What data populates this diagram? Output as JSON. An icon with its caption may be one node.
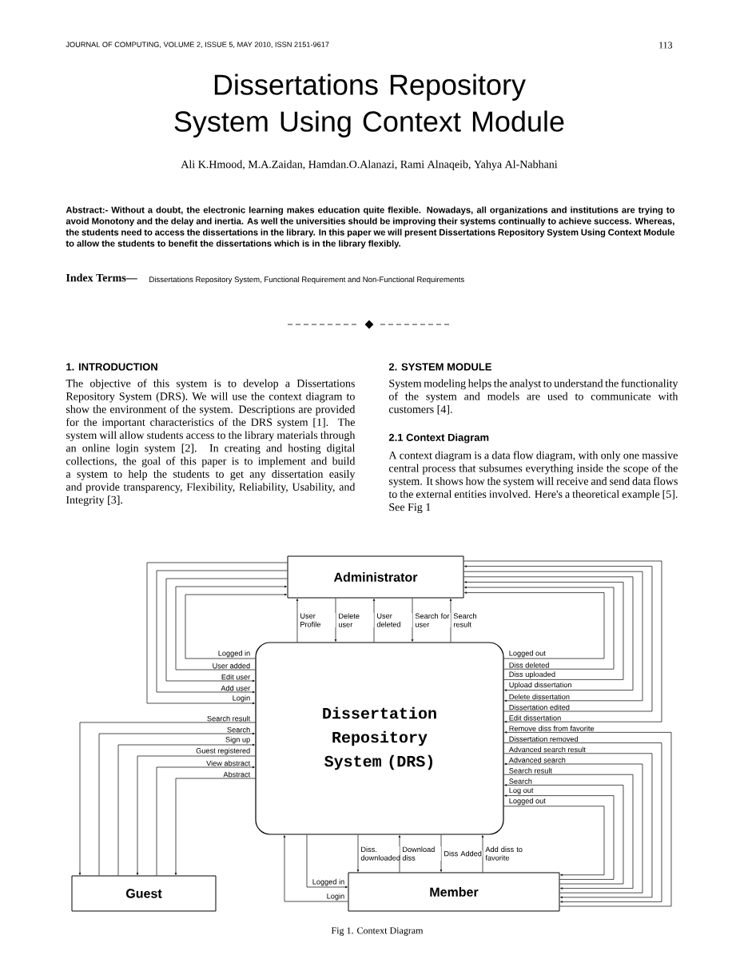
{
  "diagram": {
    "title": "Dissertations Repository System Using Context Module",
    "caption": "Fig 1. Context Diagram",
    "nodes": [
      {
        "text": [
          "Administrator"
        ]
      },
      {
        "text": [
          "Dissertation Repository System (DRS)"
        ]
      },
      {
        "text": [
          "Guest"
        ]
      },
      {
        "text": [
          "Member"
        ]
      }
    ],
    "edges": [
      {
        "from": 0,
        "to": 1,
        "arrow": "to",
        "label": "Login"
      },
      {
        "from": 0,
        "to": 1,
        "arrow": "to",
        "label": "Add user"
      },
      {
        "from": 0,
        "to": 1,
        "arrow": "to",
        "label": "Edit user"
      },
      {
        "from": 1,
        "to": 0,
        "arrow": "to",
        "label": "User added"
      },
      {
        "from": 1,
        "to": 0,
        "arrow": "to",
        "label": "Logged in"
      },
      {
        "from": 1,
        "to": 2,
        "arrow": "to",
        "label": "Search result"
      },
      {
        "from": 2,
        "to": 1,
        "arrow": "to",
        "label": "Search"
      },
      {
        "from": 2,
        "to": 1,
        "arrow": "to",
        "label": "Sign up"
      },
      {
        "from": 1,
        "to": 2,
        "arrow": "to",
        "label": "Guest registered"
      },
      {
        "from": 2,
        "to": 1,
        "arrow": "to",
        "label": "View abstract"
      },
      {
        "from": 1,
        "to": 2,
        "arrow": "to",
        "label": "Abstract"
      },
      {
        "from": 1,
        "to": 0,
        "arrow": "to",
        "label": "User Profile"
      },
      {
        "from": 0,
        "to": 1,
        "arrow": "to",
        "label": "Delete user"
      },
      {
        "from": 1,
        "to": 0,
        "arrow": "to",
        "label": "User deleted"
      },
      {
        "from": 0,
        "to": 1,
        "arrow": "to",
        "label": "Search for user"
      },
      {
        "from": 1,
        "to": 0,
        "arrow": "to",
        "label": "Search result"
      },
      {
        "from": 0,
        "to": 1,
        "arrow": "to",
        "label": "Edit dissertation"
      },
      {
        "from": 1,
        "to": 0,
        "arrow": "to",
        "label": "Dissertation edited"
      },
      {
        "from": 0,
        "to": 1,
        "arrow": "to",
        "label": "Delete dissertation"
      },
      {
        "from": 0,
        "to": 1,
        "arrow": "to",
        "label": "Upload dissertation"
      },
      {
        "from": 1,
        "to": 0,
        "arrow": "to",
        "label": "Diss uploaded"
      },
      {
        "from": 1,
        "to": 0,
        "arrow": "to",
        "label": "Diss deleted"
      },
      {
        "from": 1,
        "to": 0,
        "arrow": "to",
        "label": "Logged out"
      },
      {
        "from": 3,
        "to": 1,
        "arrow": "to",
        "label": "Login"
      },
      {
        "from": 1,
        "to": 3,
        "arrow": "to",
        "label": "Logged in"
      },
      {
        "from": 1,
        "to": 3,
        "arrow": "to",
        "label": "Diss. downloaded"
      },
      {
        "from": 3,
        "to": 1,
        "arrow": "to",
        "label": "Download diss"
      },
      {
        "from": 1,
        "to": 3,
        "arrow": "to",
        "label": "Diss Added"
      },
      {
        "from": 3,
        "to": 1,
        "arrow": "to",
        "label": "Add diss to favorite"
      },
      {
        "from": 3,
        "to": 1,
        "arrow": "to",
        "label": "Remove diss from favorite"
      },
      {
        "from": 1,
        "to": 3,
        "arrow": "to",
        "label": "Dissertation removed"
      },
      {
        "from": 1,
        "to": 3,
        "arrow": "to",
        "label": "Advanced search result"
      },
      {
        "from": 3,
        "to": 1,
        "arrow": "to",
        "label": "Advanced search"
      },
      {
        "from": 1,
        "to": 3,
        "arrow": "to",
        "label": "Search result"
      },
      {
        "from": 3,
        "to": 1,
        "arrow": "to",
        "label": "Search"
      },
      {
        "from": 3,
        "to": 1,
        "arrow": "to",
        "label": "Log out"
      },
      {
        "from": 1,
        "to": 3,
        "arrow": "to",
        "label": "Logged out"
      }
    ],
    "labels": [
      "JOURNAL OF COMPUTING, VOLUME 2, ISSUE 5, MAY 2010, ISSN 2151-9617",
      "113",
      "Ali K.Hmood, M.A.Zaidan, Hamdan.O.Alanazi, Rami Alnaqeib, Yahya Al-Nabhani",
      "Abstract:- Without a doubt, the electronic learning makes education quite flexible. Nowadays, all organizations and institutions are trying to avoid Monotony and the delay and inertia. As well the universities should be improving their systems continually to achieve success. Whereas, the students need to access the dissertations in the library. In this paper we will present Dissertations Repository System Using Context Module to allow the students to benefit the dissertations which is in the library flexibly.",
      "Index Terms—",
      "Dissertations Repository System, Functional Requirement and Non-Functional Requirements",
      "1. INTRODUCTION",
      "The objective of this system is to develop a Dissertations Repository System (DRS). We will use the context diagram to show the environment of the system. Descriptions are provided for the important characteristics of the DRS system [1]. The system will allow students access to the library materials through an online login system [2]. In creating and hosting digital collections, the goal of this paper is to implement and build a system to help the students to get any dissertation easily and provide transparency, Flexibility, Reliability, Usability, and Integrity [3].",
      "2. SYSTEM MODULE",
      "System modeling helps the analyst to understand the functionality of the system and models are used to communicate with customers [4].",
      "2.1 Context Diagram",
      "A context diagram is a data flow diagram, with only one massive central process that subsumes everything inside the scope of the system. It shows how the system will receive and send data flows to the external entities involved. Here's a theoretical example [5]. See Fig 1"
    ]
  }
}
